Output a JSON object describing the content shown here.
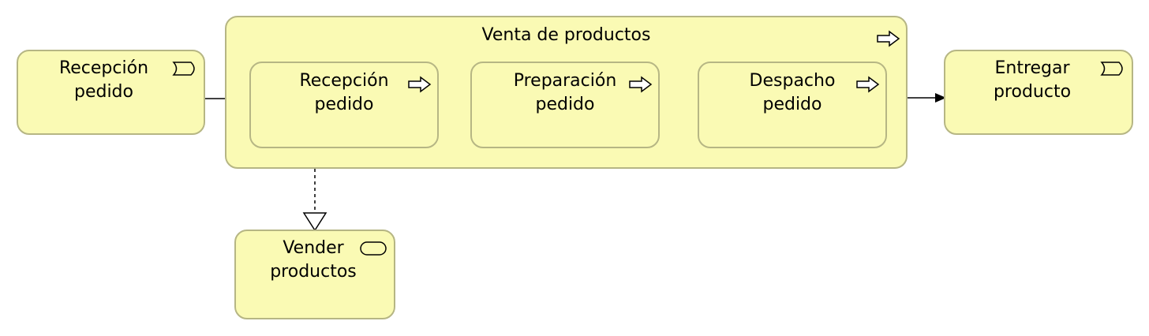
{
  "colors": {
    "fill": "#fafab4",
    "stroke": "#b6b684",
    "line": "#000000"
  },
  "nodes": {
    "event_start": {
      "label": "Recepción\npedido",
      "icon": "event-icon"
    },
    "container": {
      "label": "Venta de productos",
      "icon": "process-arrow-icon"
    },
    "step1": {
      "label": "Recepción\npedido",
      "icon": "process-arrow-icon"
    },
    "step2": {
      "label": "Preparación\npedido",
      "icon": "process-arrow-icon"
    },
    "step3": {
      "label": "Despacho\npedido",
      "icon": "process-arrow-icon"
    },
    "event_end": {
      "label": "Entregar\nproducto",
      "icon": "event-icon"
    },
    "service": {
      "label": "Vender\nproductos",
      "icon": "service-icon"
    }
  }
}
